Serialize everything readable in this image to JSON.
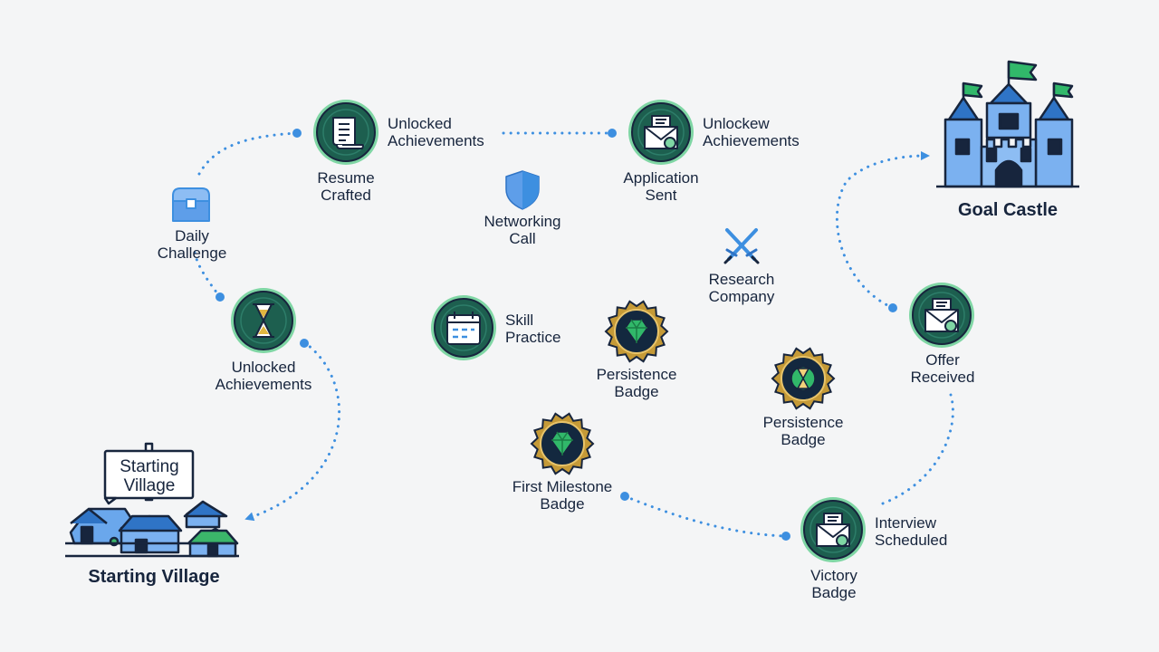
{
  "colors": {
    "path": "#3d8fe0",
    "node_fill": "#1d5f4f",
    "node_ring": "#7fd6a4",
    "badge_gold": "#c59a37",
    "badge_dark": "#13283f",
    "gem": "#31b86a",
    "building": "#7bb1f0",
    "outline": "#17253d"
  },
  "map": {
    "start_sign": "Starting\nVillage",
    "start_caption": "Starting Village",
    "goal_caption": "Goal Castle",
    "milestones": [
      {
        "id": "resume",
        "icon": "scroll-icon",
        "label": "Resume\nCrafted",
        "side_label": "Unlocked\nAchievements"
      },
      {
        "id": "application",
        "icon": "envelope-seal-icon",
        "label": "Application\nSent",
        "side_label": "Unlockew\nAchievements"
      },
      {
        "id": "hourglass",
        "icon": "hourglass-icon",
        "label": "Unlocked\nAchievements"
      },
      {
        "id": "skill",
        "icon": "calendar-icon",
        "side_label": "Skill\nPractice"
      },
      {
        "id": "offer",
        "icon": "envelope-seal-icon",
        "label": "Offer\nReceived"
      },
      {
        "id": "interview",
        "icon": "envelope-seal-icon",
        "label": "Victory\nBadge",
        "side_label": "Interview\nScheduled"
      }
    ],
    "badges": [
      {
        "id": "persistence-1",
        "gem": "gem",
        "label": "Persistence\nBadge"
      },
      {
        "id": "persistence-2",
        "gem": "hourglass",
        "label": "Persistence\nBadge"
      },
      {
        "id": "first-milestone",
        "gem": "gem",
        "label": "First Milestone\nBadge"
      }
    ],
    "loose_icons": [
      {
        "id": "chest",
        "icon": "treasure-chest-icon",
        "label": "Daily\nChallenge"
      },
      {
        "id": "shield",
        "icon": "shield-icon",
        "label": "Networking\nCall"
      },
      {
        "id": "swords",
        "icon": "crossed-swords-icon",
        "label": "Research\nCompany"
      }
    ]
  }
}
